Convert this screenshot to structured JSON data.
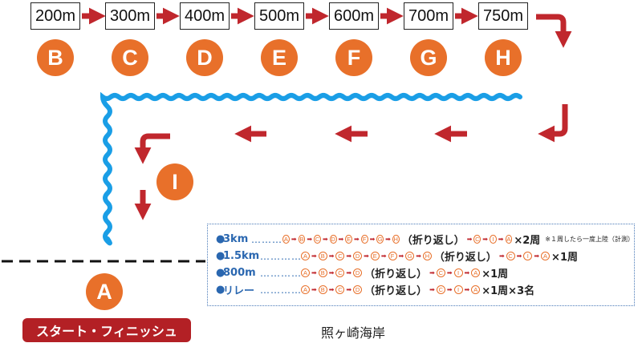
{
  "distances": [
    "200m",
    "300m",
    "400m",
    "500m",
    "600m",
    "700m",
    "750m"
  ],
  "points": [
    "B",
    "C",
    "D",
    "E",
    "F",
    "G",
    "H",
    "I",
    "A"
  ],
  "start_label": "スタート・フィニッシュ",
  "shore_label": "照ヶ崎海岸",
  "routes": [
    {
      "name": "3km",
      "sequence": [
        "A",
        "B",
        "C",
        "D",
        "E",
        "F",
        "G",
        "H"
      ],
      "turn": "（折り返し）",
      "return": [
        "C",
        "I",
        "A"
      ],
      "mult": "×2周",
      "note": "※１周したら一度上陸（計測）"
    },
    {
      "name": "1.5km",
      "sequence": [
        "A",
        "B",
        "C",
        "D",
        "E",
        "F",
        "G",
        "H"
      ],
      "turn": "（折り返し）",
      "return": [
        "C",
        "I",
        "A"
      ],
      "mult": "×1周",
      "note": ""
    },
    {
      "name": "800m",
      "sequence": [
        "A",
        "B",
        "C",
        "D"
      ],
      "turn": "（折り返し）",
      "return": [
        "C",
        "I",
        "A"
      ],
      "mult": "×1周",
      "note": ""
    },
    {
      "name": "リレー",
      "sequence": [
        "A",
        "B",
        "C",
        "D"
      ],
      "turn": "（折り返し）",
      "return": [
        "C",
        "I",
        "A"
      ],
      "mult": "×1周×3名",
      "note": ""
    }
  ],
  "colors": {
    "point": "#e8702a",
    "arrow": "#c0272d",
    "water": "#1a9ee6",
    "route_label": "#2a67b0",
    "start_bg": "#b32025"
  },
  "icons": {
    "arrow": "red-arrow-icon",
    "wave": "wavy-water-line",
    "shore": "dashed-shoreline"
  }
}
